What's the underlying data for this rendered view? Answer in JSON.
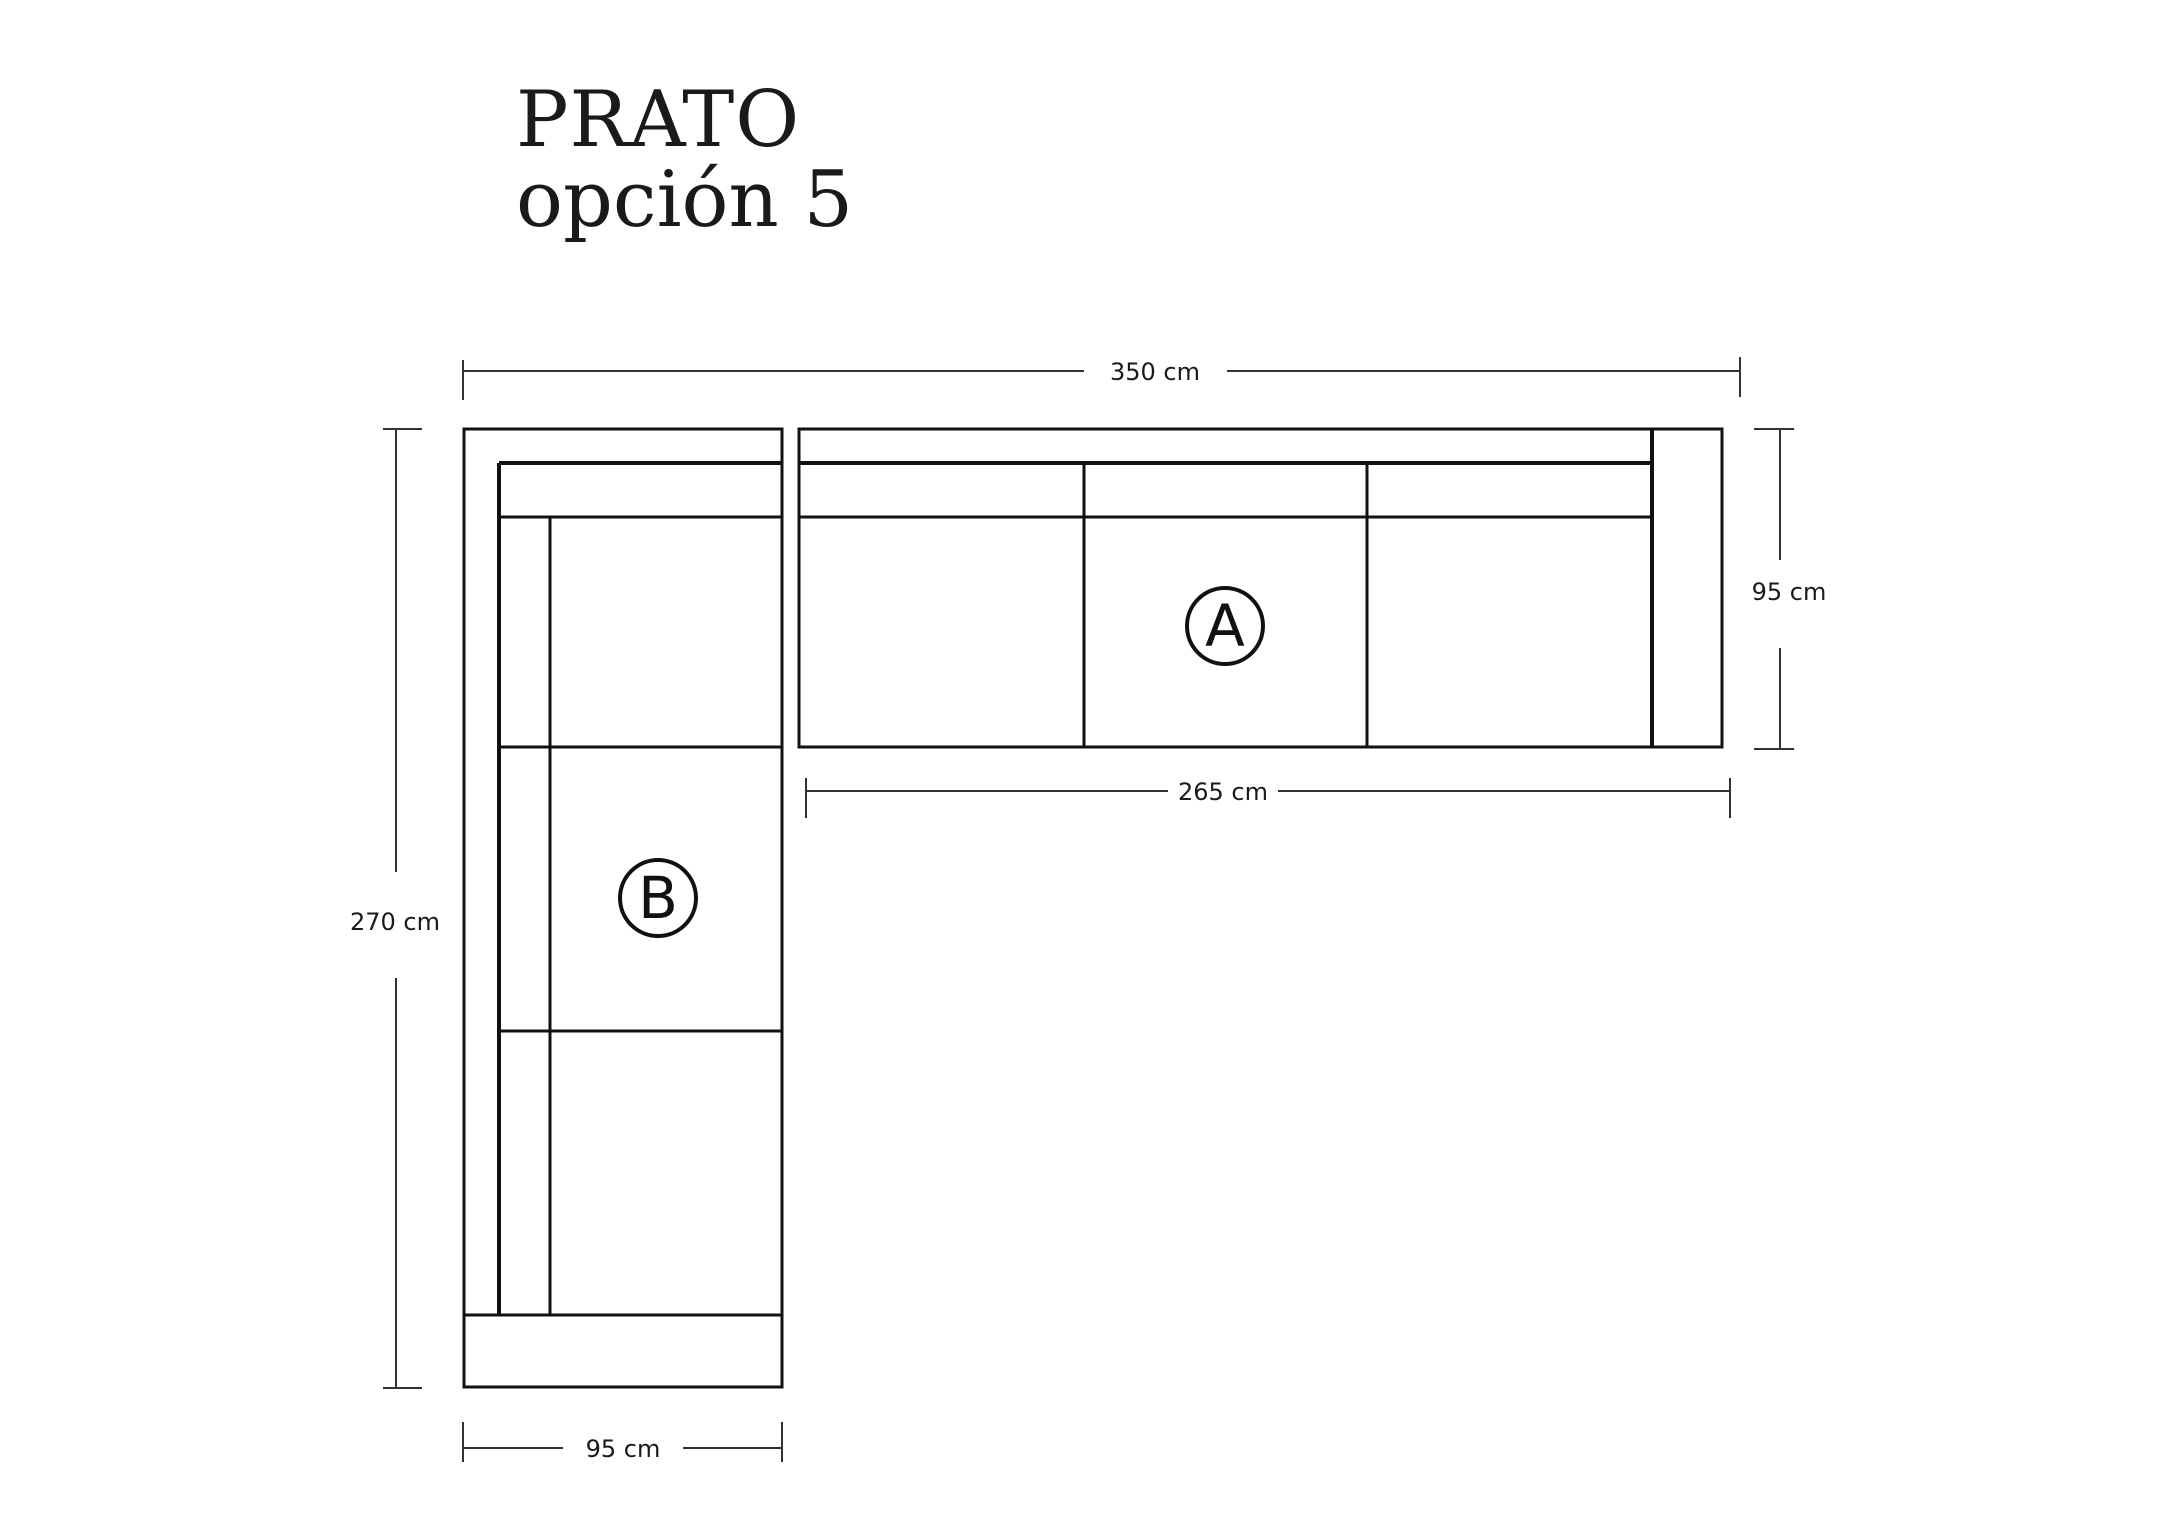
{
  "title": {
    "product": "PRATO",
    "option": "opción 5"
  },
  "dimensions": {
    "total_width": "350 cm",
    "right_section_depth": "95 cm",
    "right_section_seat_width": "265 cm",
    "total_length": "270 cm",
    "left_section_width": "95 cm"
  },
  "modules": {
    "a_label": "A",
    "b_label": "B"
  },
  "colors": {
    "line": "#111111",
    "dim_line": "#333333",
    "background": "#ffffff"
  }
}
